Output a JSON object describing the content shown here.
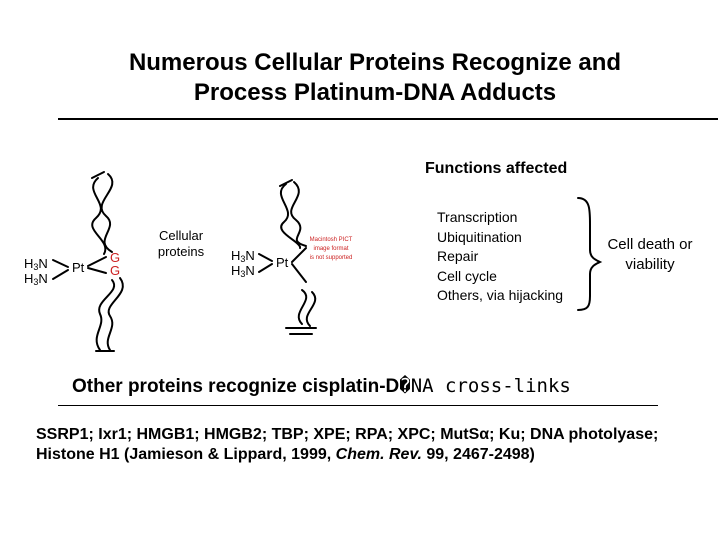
{
  "slide": {
    "title_line1": "Numerous Cellular Proteins Recognize and",
    "title_line2": "Process Platinum-DNA Adducts",
    "functions_heading": "Functions affected",
    "left_adduct": {
      "nh3_top": "H",
      "nh3_top_sub": "3",
      "nh3_top_end": "N",
      "nh3_bot": "H",
      "nh3_bot_sub": "3",
      "nh3_bot_end": "N",
      "metal": "Pt",
      "base1": "G",
      "base2": "G"
    },
    "cellular_proteins": "Cellular proteins",
    "right_adduct": {
      "nh3_top": "H",
      "nh3_top_sub": "3",
      "nh3_top_end": "N",
      "nh3_bot": "H",
      "nh3_bot_sub": "3",
      "nh3_bot_end": "N",
      "metal": "Pt"
    },
    "pict_placeholder": [
      "Macintosh PICT",
      "image format",
      "is not supported"
    ],
    "functions": [
      "Transcription",
      "Ubiquitination",
      "Repair",
      "Cell cycle",
      "Others, via hijacking"
    ],
    "outcome": "Cell death or viability",
    "other_proteins_bold": "Other proteins recognize cisplatin-D",
    "other_proteins_mono": "�NA cross-links",
    "protein_list_main": "SSRP1; Ixr1; HMGB1; HMGB2; TBP; XPE; RPA; XPC; MutSα; Ku; DNA photolyase; Histone H1 (Jamieson & Lippard, 1999, ",
    "protein_list_journal": "Chem. Rev.",
    "protein_list_end": " 99, 2467-2498)"
  },
  "colors": {
    "text": "#000000",
    "accent_red": "#cc2222",
    "background": "#ffffff"
  }
}
